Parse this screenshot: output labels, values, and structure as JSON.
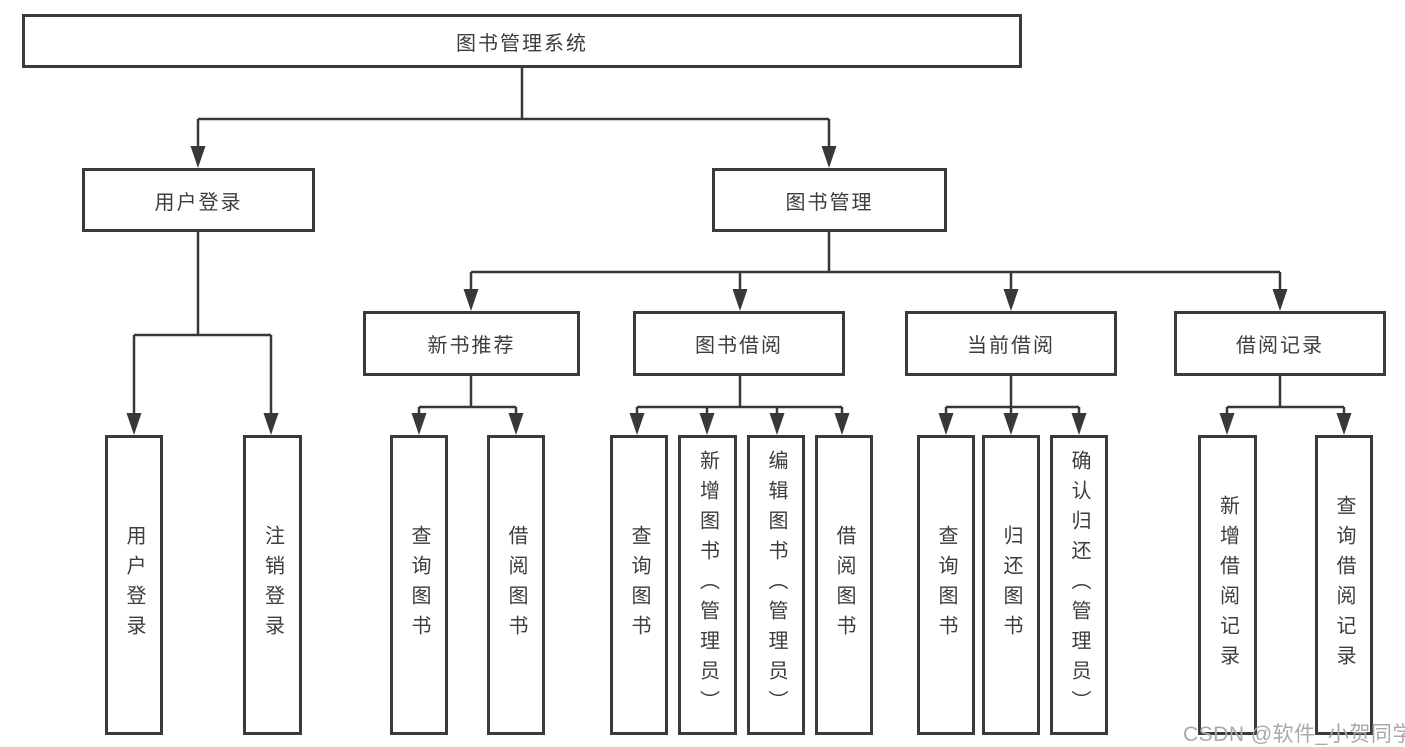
{
  "diagram_title": "图书管理系统",
  "tree": {
    "label": "图书管理系统",
    "children": [
      {
        "label": "用户登录",
        "children": [
          {
            "label": "用户登录"
          },
          {
            "label": "注销登录"
          }
        ]
      },
      {
        "label": "图书管理",
        "children": [
          {
            "label": "新书推荐",
            "children": [
              {
                "label": "查询图书"
              },
              {
                "label": "借阅图书"
              }
            ]
          },
          {
            "label": "图书借阅",
            "children": [
              {
                "label": "查询图书"
              },
              {
                "label": "新增图书（管理员）"
              },
              {
                "label": "编辑图书（管理员）"
              },
              {
                "label": "借阅图书"
              }
            ]
          },
          {
            "label": "当前借阅",
            "children": [
              {
                "label": "查询图书"
              },
              {
                "label": "归还图书"
              },
              {
                "label": "确认归还（管理员）"
              }
            ]
          },
          {
            "label": "借阅记录",
            "children": [
              {
                "label": "新增借阅记录"
              },
              {
                "label": "查询借阅记录"
              }
            ]
          }
        ]
      }
    ]
  },
  "watermark": {
    "text": "CSDN @软件_小贺同学"
  },
  "colors": {
    "line": "#383838",
    "box_border": "#3a3a3a",
    "text": "#3d3d3d",
    "watermark": "#a9a9a9",
    "background": "#ffffff"
  }
}
